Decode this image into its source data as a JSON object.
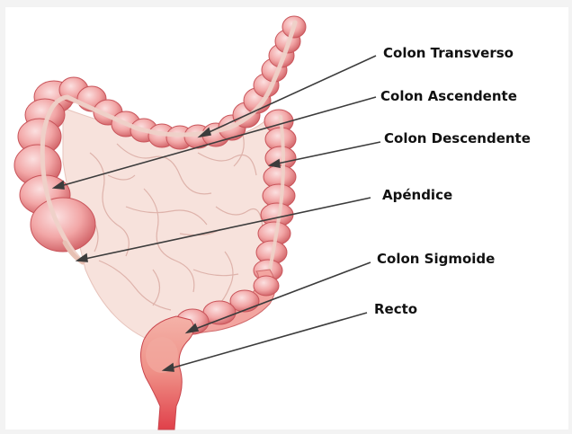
{
  "labels": {
    "transverse": "Colon Transverso",
    "ascending": "Colon Ascendente",
    "descending": "Colon Descendente",
    "appendix": "Apéndice",
    "sigmoid": "Colon Sigmoide",
    "rectum": "Recto"
  },
  "colors": {
    "background": "#f3f3f3",
    "panel": "#ffffff",
    "colon_fill": "#f0a3a3",
    "colon_highlight": "#f8cfcf",
    "colon_stroke": "#c94f55",
    "mesentery": "#f6dcd6",
    "vessels": "#d8a7a0",
    "rectum": "#e24b52"
  }
}
